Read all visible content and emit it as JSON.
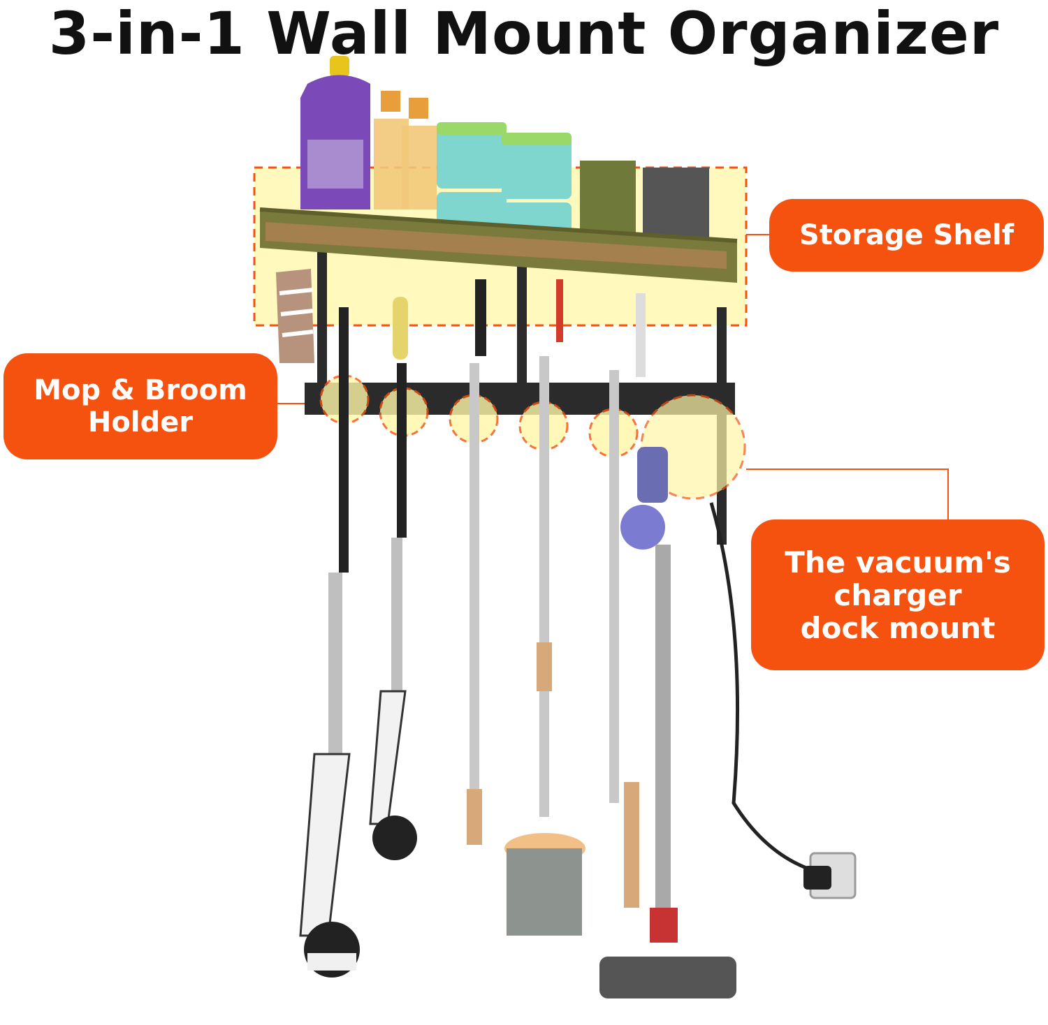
{
  "title": "3-in-1 Wall Mount Organizer",
  "callouts": {
    "storage_shelf": "Storage Shelf",
    "mop_holder_line1": "Mop & Broom",
    "mop_holder_line2": "Holder",
    "dock_line1": "The vacuum's",
    "dock_line2": "charger",
    "dock_line3": "dock mount"
  },
  "colors": {
    "accent": "#f5510f",
    "shelf_highlight": "#fff7a8",
    "rack_olive": "#7a7a3c",
    "rack_black": "#2b2b2b"
  },
  "icons": [
    "cleaner-bottle-icon",
    "spray-bottle-icon",
    "wipes-container-icon",
    "brush-head-icon",
    "towel-icon",
    "scrubber-icon",
    "broom-icon",
    "vacuum-icon",
    "wall-outlet-icon"
  ]
}
